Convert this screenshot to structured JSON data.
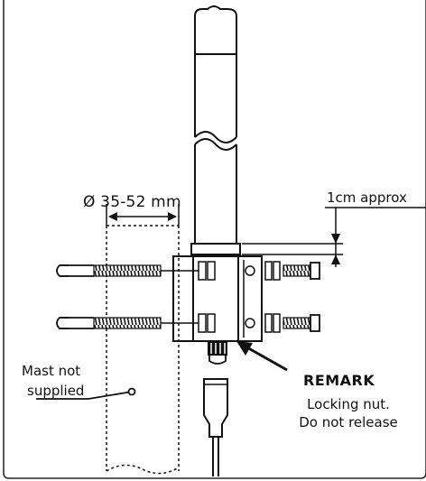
{
  "labels": {
    "diameter": "Ø 35-52 mm",
    "gap": "1cm approx",
    "mast_line1": "Mast not",
    "mast_line2": "supplied",
    "remark_title": "REMARK",
    "remark_line1": "Locking nut.",
    "remark_line2": "Do not release"
  },
  "colors": {
    "ink": "#111111",
    "background": "#ffffff"
  }
}
